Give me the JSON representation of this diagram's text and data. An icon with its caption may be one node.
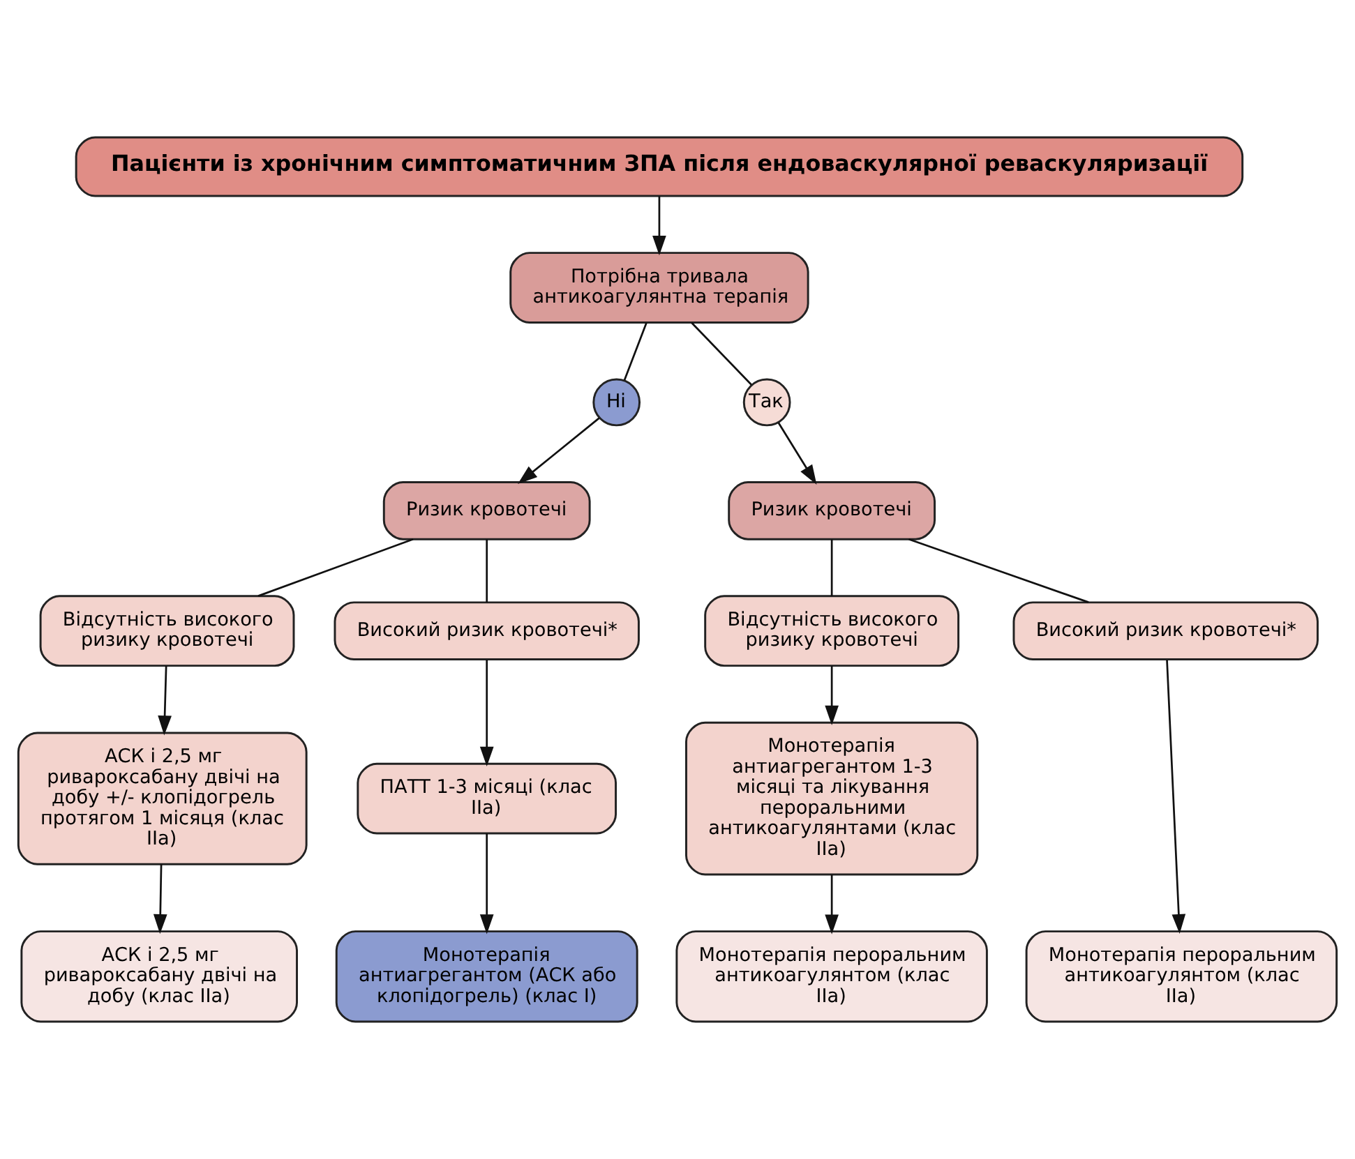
{
  "diagram": {
    "nodes": [
      {
        "text": [
          "Пацієнти із хронічним симптоматичним ЗПА після ендоваскулярної реваскуляризації"
        ]
      },
      {
        "text": [
          "Потрібна тривала антикоагулянтна терапія"
        ]
      },
      {
        "text": [
          "Ні"
        ]
      },
      {
        "text": [
          "Так"
        ]
      },
      {
        "text": [
          "Ризик кровотечі"
        ]
      },
      {
        "text": [
          "Ризик кровотечі"
        ]
      },
      {
        "text": [
          "Відсутність високого ризику кровотечі"
        ]
      },
      {
        "text": [
          "Високий ризик кровотечі*"
        ]
      },
      {
        "text": [
          "Відсутність високого ризику кровотечі"
        ]
      },
      {
        "text": [
          "Високий ризик кровотечі*"
        ]
      },
      {
        "text": [
          "АСК і 2,5 мг ривароксабану двічі на добу +/- клопідогрель протягом 1 місяця (клас IIa)"
        ]
      },
      {
        "text": [
          "ПАТТ 1-3 місяці (клас IIa)"
        ]
      },
      {
        "text": [
          "Монотерапія антиагрегантом 1-3 місяці та лікування пероральними антикоагулянтами (клас IIa)"
        ]
      },
      {
        "text": [
          "АСК і 2,5 мг ривароксабану двічі на добу (клас IIa)"
        ]
      },
      {
        "text": [
          "Монотерапія антиагрегантом (АСК або клопідогрель) (клас I)"
        ]
      },
      {
        "text": [
          "Монотерапія пероральним антикоагулянтом (клас IIa)"
        ]
      },
      {
        "text": [
          "Монотерапія пероральним антикоагулянтом (клас IIa)"
        ]
      }
    ],
    "edges": [
      {
        "from": 0,
        "to": 1,
        "arrow": "to"
      },
      {
        "from": 1,
        "to": 2,
        "arrow": "none"
      },
      {
        "from": 1,
        "to": 3,
        "arrow": "none"
      },
      {
        "from": 2,
        "to": 4,
        "arrow": "to"
      },
      {
        "from": 3,
        "to": 5,
        "arrow": "to"
      },
      {
        "from": 4,
        "to": 6,
        "arrow": "none"
      },
      {
        "from": 4,
        "to": 7,
        "arrow": "none"
      },
      {
        "from": 5,
        "to": 8,
        "arrow": "none"
      },
      {
        "from": 5,
        "to": 9,
        "arrow": "none"
      },
      {
        "from": 6,
        "to": 10,
        "arrow": "to"
      },
      {
        "from": 7,
        "to": 11,
        "arrow": "to"
      },
      {
        "from": 8,
        "to": 12,
        "arrow": "to"
      },
      {
        "from": 9,
        "to": 15,
        "arrow": "to"
      },
      {
        "from": 10,
        "to": 13,
        "arrow": "to"
      },
      {
        "from": 11,
        "to": 14,
        "arrow": "to"
      },
      {
        "from": 12,
        "to": 16,
        "arrow": "to"
      }
    ]
  }
}
